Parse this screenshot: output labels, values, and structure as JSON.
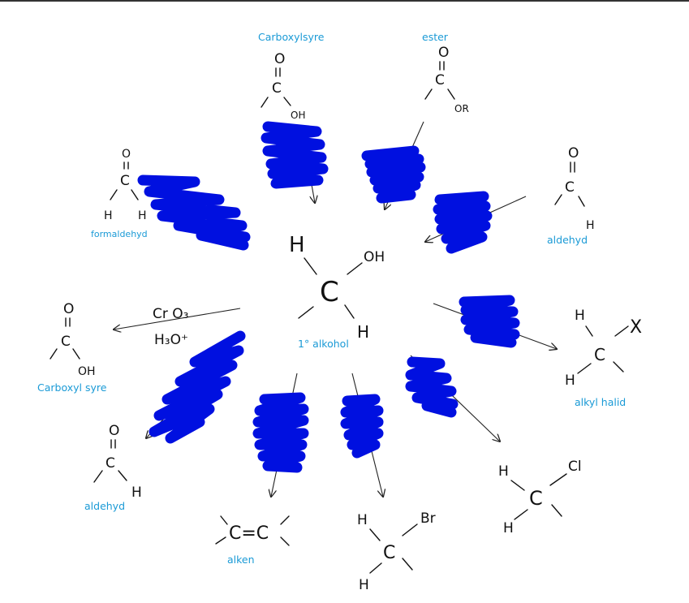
{
  "center": {
    "h_top": "H",
    "oh": "OH",
    "c": "C",
    "h_bottom": "H",
    "label": "1° alkohol"
  },
  "reagent": {
    "top": "Cr O₃",
    "bottom": "H₃O⁺"
  },
  "products": {
    "carboxylsyre_top": {
      "label": "Carboxylsyre",
      "o": "O",
      "c": "C",
      "oh": "OH"
    },
    "ester": {
      "label": "ester",
      "o": "O",
      "c": "C",
      "or": "OR"
    },
    "formaldehyd": {
      "label": "formaldehyd",
      "o": "O",
      "c": "C",
      "h1": "H",
      "h2": "H"
    },
    "aldehyd_right": {
      "label": "aldehyd",
      "o": "O",
      "c": "C",
      "h": "H"
    },
    "carboxylsyre_left": {
      "label": "Carboxyl syre",
      "o": "O",
      "c": "C",
      "oh": "OH"
    },
    "alkylhalid": {
      "label": "alkyl halid",
      "h1": "H",
      "c": "C",
      "x": "X",
      "h2": "H"
    },
    "aldehyd_left": {
      "label": "aldehyd",
      "o": "O",
      "c": "C",
      "h": "H"
    },
    "alken": {
      "label": "alken",
      "formula": "C=C"
    },
    "brom": {
      "h1": "H",
      "c": "C",
      "br": "Br",
      "h2": "H"
    },
    "chlor": {
      "h1": "H",
      "c": "C",
      "cl": "Cl",
      "h2": "H"
    }
  },
  "colors": {
    "ink": "#111111",
    "label": "#1a9ad6",
    "scribble": "#0010e0"
  }
}
